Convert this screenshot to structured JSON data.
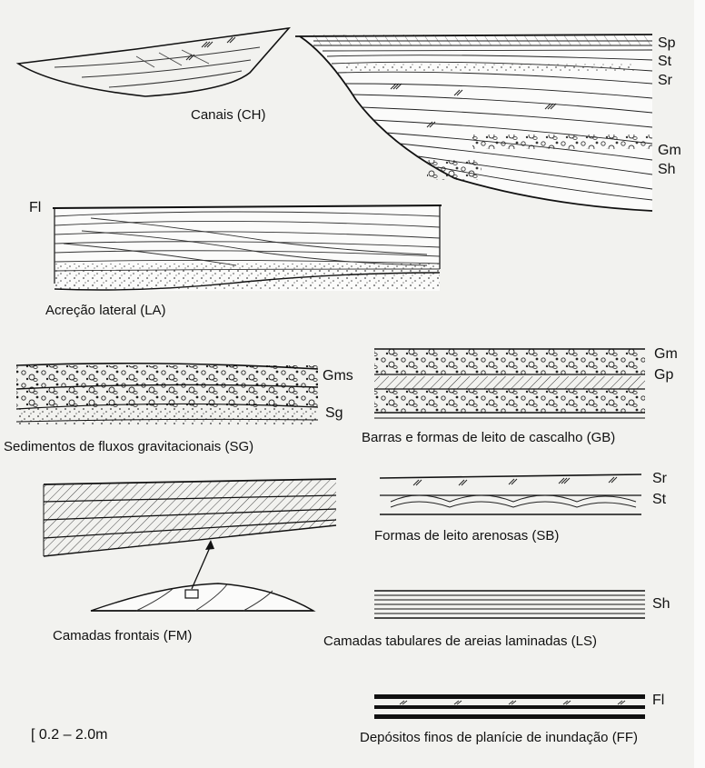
{
  "diagram": {
    "panels": {
      "channels": {
        "caption": "Canais (CH)",
        "codes": [
          "Sp",
          "St",
          "Sr",
          "Gm",
          "Sh"
        ]
      },
      "lateral_accretion": {
        "caption": "Acreção lateral (LA)",
        "codes": [
          "Fl"
        ]
      },
      "gravity_flows": {
        "caption": "Sedimentos de fluxos gravitacionais (SG)",
        "codes": [
          "Gms",
          "Sg"
        ]
      },
      "gravel_bars": {
        "caption": "Barras e formas de leito de cascalho (GB)",
        "codes": [
          "Gm",
          "Gp"
        ]
      },
      "sand_bedforms": {
        "caption": "Formas de leito arenosas (SB)",
        "codes": [
          "Sr",
          "St"
        ]
      },
      "foresets": {
        "caption": "Camadas frontais (FM)"
      },
      "laminated_sand_sheets": {
        "caption": "Camadas tabulares de areias laminadas (LS)",
        "codes": [
          "Sh"
        ]
      },
      "overbank_fines": {
        "caption": "Depósitos finos de planície de inundação (FF)",
        "codes": [
          "Fl"
        ]
      }
    },
    "scale_bar": {
      "label": "[ 0.2  –  2.0m"
    }
  }
}
